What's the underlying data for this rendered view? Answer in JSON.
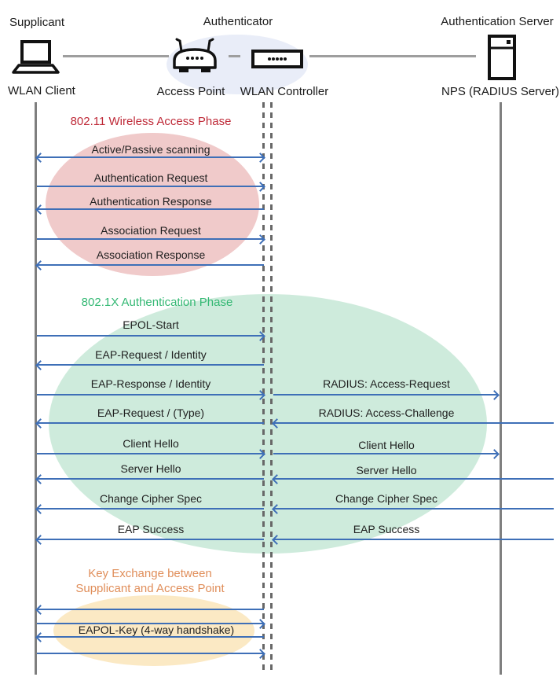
{
  "header": {
    "roles": [
      {
        "label": "Supplicant"
      },
      {
        "label": "Authenticator"
      },
      {
        "label": "Authentication Server"
      }
    ],
    "nodes": [
      {
        "label": "WLAN Client",
        "icon": "laptop-icon"
      },
      {
        "label": "Access Point",
        "icon": "access-point-icon"
      },
      {
        "label": "WLAN Controller",
        "icon": "wlan-controller-icon"
      },
      {
        "label": "NPS (RADIUS Server)",
        "icon": "server-icon"
      }
    ]
  },
  "colors": {
    "arrow_blue": "#3e6fb7",
    "lifeline_gray": "#7f7f7f",
    "dashed_lifeline_gray": "#686868",
    "connector_gray": "#9e9e9e",
    "phase1_title": "#bf2a38",
    "phase1_ellipse": "#f0caca",
    "phase2_title": "#33b873",
    "phase2_ellipse": "#ceebdc",
    "phase3_title": "#e08e5a",
    "phase3_ellipse": "#fbe9c4",
    "authenticator_ellipse": "#e9edf8"
  },
  "phase1": {
    "title": "802.11 Wireless Access Phase",
    "messages": [
      {
        "label": "Active/Passive scanning",
        "direction": "both"
      },
      {
        "label": "Authentication Request",
        "direction": "right"
      },
      {
        "label": "Authentication Response",
        "direction": "left"
      },
      {
        "label": "Association Request",
        "direction": "right"
      },
      {
        "label": "Association Response",
        "direction": "left"
      }
    ]
  },
  "phase2": {
    "title": "802.1X Authentication Phase",
    "left_messages": [
      {
        "label": "EPOL-Start",
        "direction": "right"
      },
      {
        "label": "EAP-Request / Identity",
        "direction": "left"
      },
      {
        "label": "EAP-Response / Identity",
        "direction": "right"
      },
      {
        "label": "EAP-Request / (Type)",
        "direction": "left"
      },
      {
        "label": "Client Hello",
        "direction": "right"
      },
      {
        "label": "Server Hello",
        "direction": "left"
      },
      {
        "label": "Change Cipher Spec",
        "direction": "left"
      },
      {
        "label": "EAP Success",
        "direction": "left"
      }
    ],
    "right_messages": [
      {
        "label": "RADIUS: Access-Request",
        "direction": "right"
      },
      {
        "label": "RADIUS: Access-Challenge",
        "direction": "left"
      },
      {
        "label": "Client Hello",
        "direction": "right"
      },
      {
        "label": "Server Hello",
        "direction": "left"
      },
      {
        "label": "Change Cipher Spec",
        "direction": "left"
      },
      {
        "label": "EAP Success",
        "direction": "left"
      }
    ]
  },
  "phase3": {
    "title_line1": "Key Exchange between",
    "title_line2": "Supplicant and Access Point",
    "messages": [
      {
        "label": "",
        "direction": "left"
      },
      {
        "label": "",
        "direction": "right"
      },
      {
        "label": "EAPOL-Key (4-way handshake)",
        "direction": "left"
      },
      {
        "label": "",
        "direction": "right"
      }
    ]
  }
}
